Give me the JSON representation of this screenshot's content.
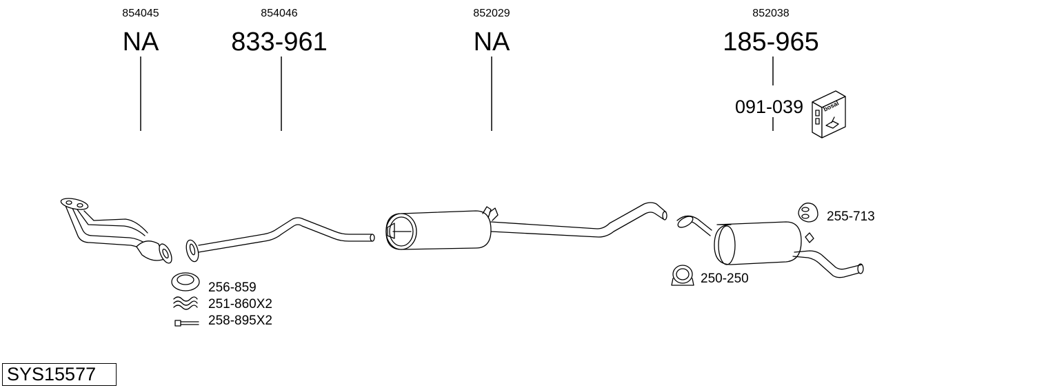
{
  "parts": [
    {
      "ref": "854045",
      "number": "NA"
    },
    {
      "ref": "854046",
      "number": "833-961"
    },
    {
      "ref": "852029",
      "number": "NA"
    },
    {
      "ref": "852038",
      "number": "185-965"
    }
  ],
  "mounting_kit": {
    "number": "091-039",
    "box_label": "bosal"
  },
  "accessories": [
    {
      "number": "256-859"
    },
    {
      "number": "251-860X2"
    },
    {
      "number": "258-895X2"
    },
    {
      "number": "255-713"
    },
    {
      "number": "250-250"
    }
  ],
  "system": {
    "code": "SYS15577"
  },
  "colors": {
    "line": "#000000",
    "background": "#ffffff"
  }
}
